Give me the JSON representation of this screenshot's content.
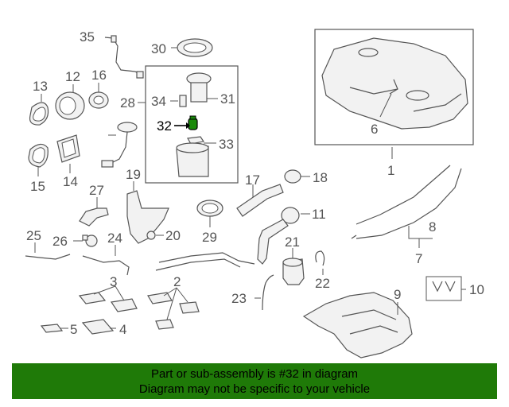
{
  "diagram": {
    "labels": {
      "l1": "1",
      "l2": "2",
      "l3": "3",
      "l4": "4",
      "l5": "5",
      "l6": "6",
      "l7": "7",
      "l8": "8",
      "l9": "9",
      "l10": "10",
      "l11": "11",
      "l12": "12",
      "l13": "13",
      "l14": "14",
      "l15": "15",
      "l16": "16",
      "l17": "17",
      "l18": "18",
      "l19": "19",
      "l20": "20",
      "l21": "21",
      "l22": "22",
      "l23": "23",
      "l24": "24",
      "l25": "25",
      "l26": "26",
      "l27": "27",
      "l28": "28",
      "l29": "29",
      "l30": "30",
      "l31": "31",
      "l32": "32",
      "l33": "33",
      "l34": "34",
      "l35": "35"
    },
    "highlight_color": "#1a8a0a"
  },
  "banner": {
    "line1": "Part or sub-assembly is #32 in diagram",
    "line2": "Diagram may not be specific to your vehicle",
    "color": "#1f7a08"
  }
}
